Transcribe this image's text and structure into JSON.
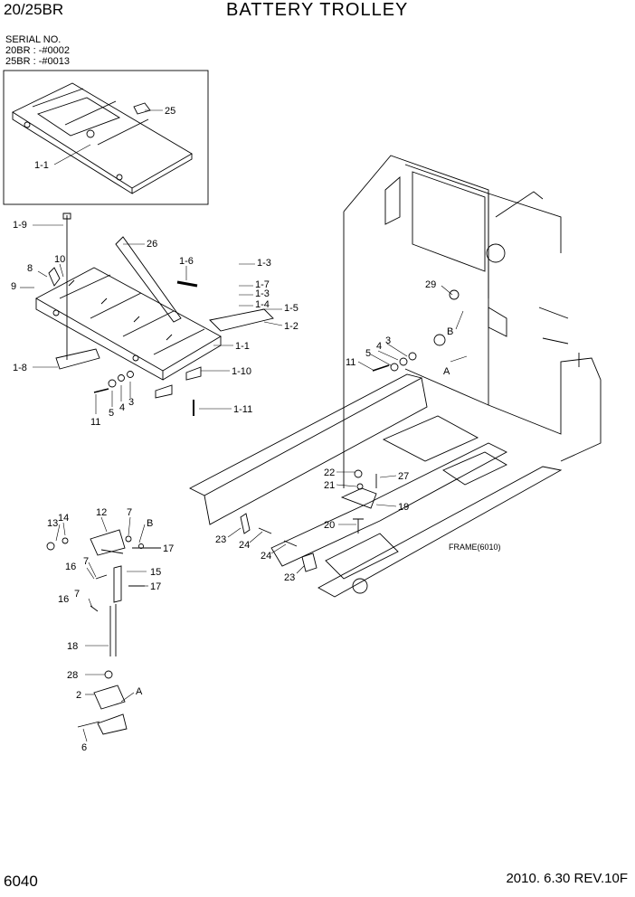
{
  "header": {
    "model": "20/25BR",
    "title": "BATTERY TROLLEY"
  },
  "serial": {
    "heading": "SERIAL NO.",
    "line1": "20BR : -#0002",
    "line2": "25BR : -#0013"
  },
  "footer": {
    "page": "6040",
    "revision": "2010. 6.30  REV.10F"
  },
  "frame_label": "FRAME(6010)",
  "callouts": [
    "25",
    "1-1",
    "1-9",
    "26",
    "10",
    "8",
    "9",
    "1-6",
    "1-3",
    "1-7",
    "1-3",
    "1-4",
    "1-5",
    "1-2",
    "1-1",
    "1-8",
    "1-10",
    "11",
    "5",
    "4",
    "3",
    "1-11",
    "29",
    "B",
    "5",
    "4",
    "3",
    "11",
    "A",
    "22",
    "27",
    "21",
    "19",
    "20",
    "23",
    "24",
    "24",
    "23",
    "13",
    "14",
    "12",
    "7",
    "B",
    "17",
    "16",
    "7",
    "15",
    "16",
    "7",
    "17",
    "18",
    "28",
    "2",
    "A",
    "6"
  ]
}
